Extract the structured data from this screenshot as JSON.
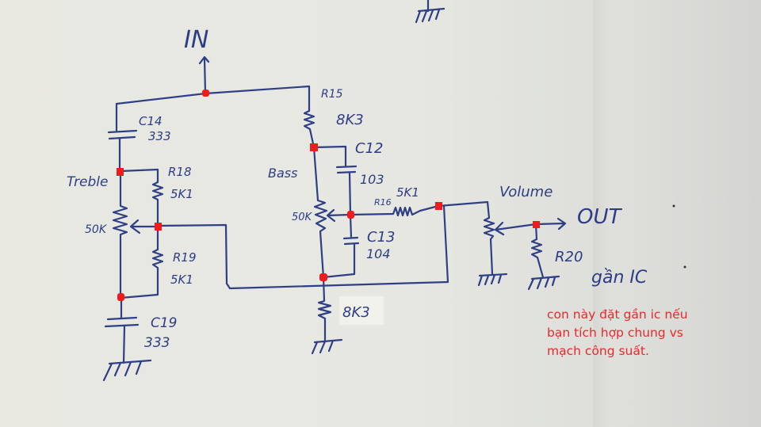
{
  "schematic": {
    "title_input": "IN",
    "output": "OUT",
    "output_note": "gần IC",
    "sections": {
      "treble": {
        "label": "Treble",
        "pot": "50K"
      },
      "bass": {
        "label": "Bass",
        "pot": "50K"
      },
      "volume": {
        "label": "Volume"
      }
    },
    "components": {
      "c14": {
        "ref": "C14",
        "value": "333"
      },
      "r18": {
        "ref": "R18",
        "value": "5K1"
      },
      "r19": {
        "ref": "R19",
        "value": "5K1"
      },
      "c19": {
        "ref": "C19",
        "value": "333"
      },
      "r15": {
        "ref": "R15",
        "value": "8K3"
      },
      "c12": {
        "ref": "C12",
        "value": "103"
      },
      "c13": {
        "ref": "C13",
        "value": "104"
      },
      "r16": {
        "ref": "R16",
        "value": "5K1"
      },
      "r_bottom": {
        "value": "8K3"
      },
      "r20": {
        "ref": "R20"
      }
    },
    "annotation": {
      "lines": [
        "con này đặt gần ic nếu",
        "bạn tích hợp chung vs",
        "mạch công suất."
      ]
    }
  },
  "colors": {
    "ink": "#2e3f86",
    "node": "#ee1c1c",
    "annotation": "#e8282b",
    "paper": "#e7e8e2"
  }
}
